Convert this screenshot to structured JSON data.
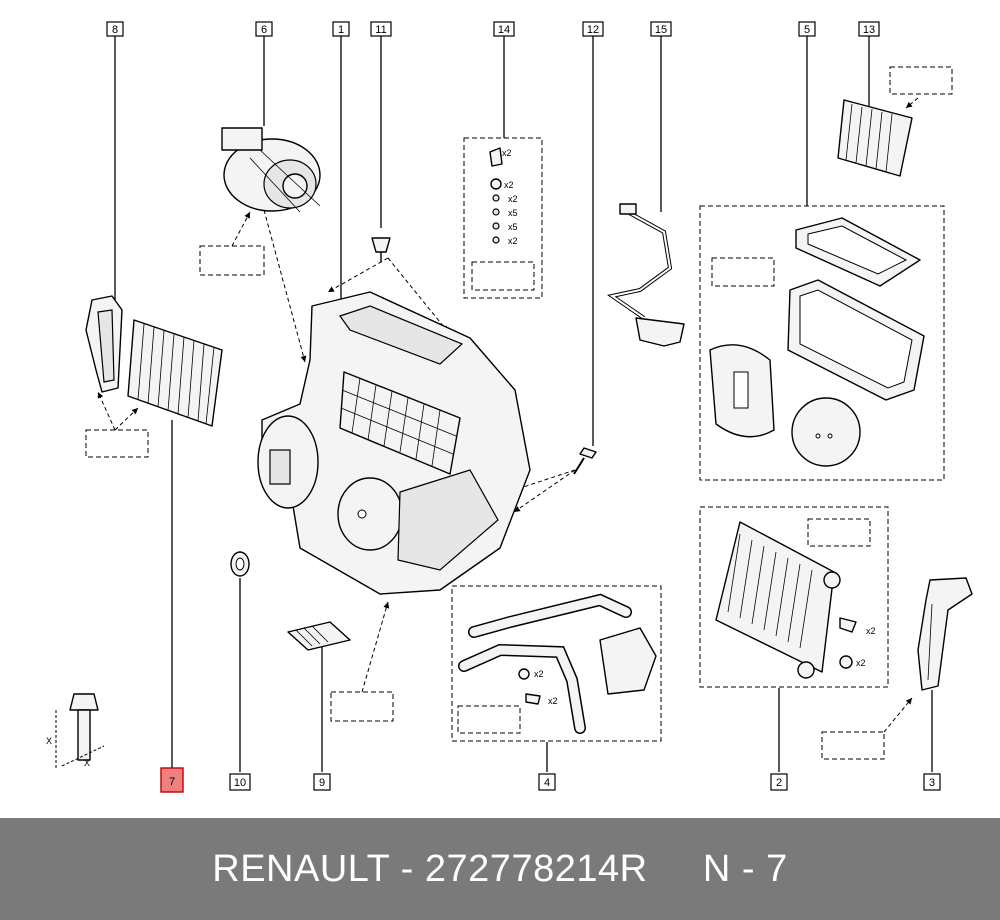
{
  "callouts": [
    "8",
    "6",
    "1",
    "11",
    "14",
    "12",
    "15",
    "5",
    "13",
    "7",
    "10",
    "9",
    "4",
    "2",
    "3"
  ],
  "highlighted_callout": "7",
  "quantities": {
    "kit14": [
      "x2",
      "x2",
      "x2",
      "x5",
      "x5",
      "x2"
    ],
    "kit4": [
      "x2",
      "x2"
    ],
    "kit2": [
      "x2",
      "x2"
    ]
  },
  "screw_dims": [
    "X",
    "X"
  ],
  "footer": {
    "brand": "RENAULT",
    "separator": " - ",
    "part_number": "272778214R",
    "gap": "     ",
    "position_label": "N - 7"
  },
  "colors": {
    "footer_bg": "#7a7a7a",
    "highlight": "#f08080"
  }
}
